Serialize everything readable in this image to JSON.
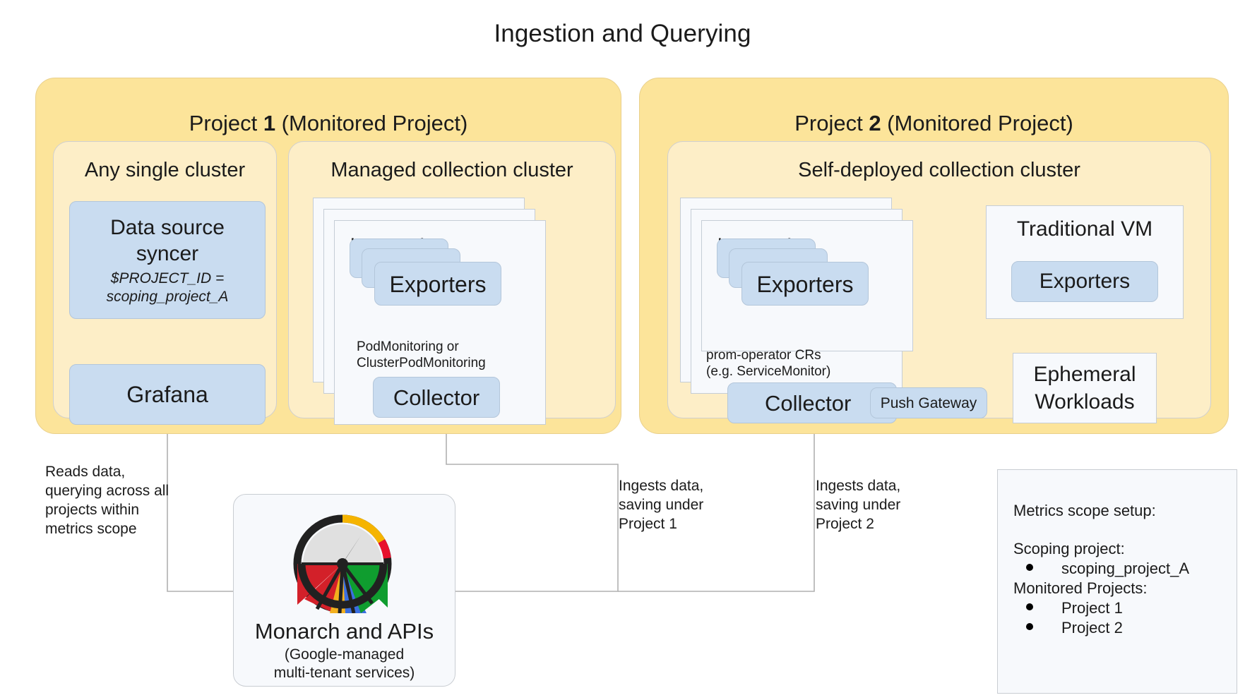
{
  "title": "Ingestion and Querying",
  "projects": [
    {
      "label_prefix": "Project ",
      "number": "1",
      "label_suffix": " (Monitored Project)"
    },
    {
      "label_prefix": "Project ",
      "number": "2",
      "label_suffix": " (Monitored Project)"
    }
  ],
  "clusters": {
    "any_single": "Any single cluster",
    "managed": "Managed collection cluster",
    "self_deployed": "Self-deployed collection cluster"
  },
  "boxes": {
    "data_source_syncer_line1": "Data source",
    "data_source_syncer_line2": "syncer",
    "data_source_syncer_var1": "$PROJECT_ID =",
    "data_source_syncer_var2": "scoping_project_A",
    "grafana": "Grafana",
    "k8s_node_left": "k8s node",
    "k8s_node_right": "k8s node",
    "exporters_left": "Exporters",
    "exporters_right": "Exporters",
    "collector_left": "Collector",
    "collector_right": "Collector",
    "push_gateway": "Push Gateway",
    "traditional_vm": "Traditional VM",
    "vm_exporters": "Exporters",
    "ephemeral_line1": "Ephemeral",
    "ephemeral_line2": "Workloads"
  },
  "edge_labels": {
    "pod_monitoring_line1": "PodMonitoring or",
    "pod_monitoring_line2": "ClusterPodMonitoring",
    "prom_operator_line1": "prom-operator CRs",
    "prom_operator_line2": "(e.g. ServiceMonitor)"
  },
  "notes": {
    "reads": "Reads data, querying across all projects within metrics scope",
    "ingest_p1": "Ingests data, saving under Project 1",
    "ingest_p2": "Ingests data, saving under Project 2"
  },
  "monarch": {
    "name": "Monarch and APIs",
    "sub_line1": "(Google-managed",
    "sub_line2": "multi-tenant services)",
    "logo_name": "monarch-gauge-logo",
    "logo_colors": {
      "ring": "#212121",
      "dial": "#e0e0e0",
      "arc_yellow": "#f5b400",
      "arc_red": "#e8112d",
      "wedge_red": "#d32029",
      "wedge_yellow": "#f2b01e",
      "wedge_blue": "#3b6fe0",
      "wedge_green": "#0f9d2f"
    }
  },
  "legend": {
    "heading": "Metrics scope setup:",
    "scoping_heading": "Scoping project:",
    "scoping_items": [
      "scoping_project_A"
    ],
    "monitored_heading": "Monitored Projects:",
    "monitored_items": [
      "Project 1",
      "Project 2"
    ]
  },
  "colors": {
    "project_fill": "#fce49a",
    "cluster_fill": "#fdeec7",
    "blue_fill": "#c9dcf0",
    "white_fill": "#f7f9fc",
    "line": "#b0b0b0"
  }
}
